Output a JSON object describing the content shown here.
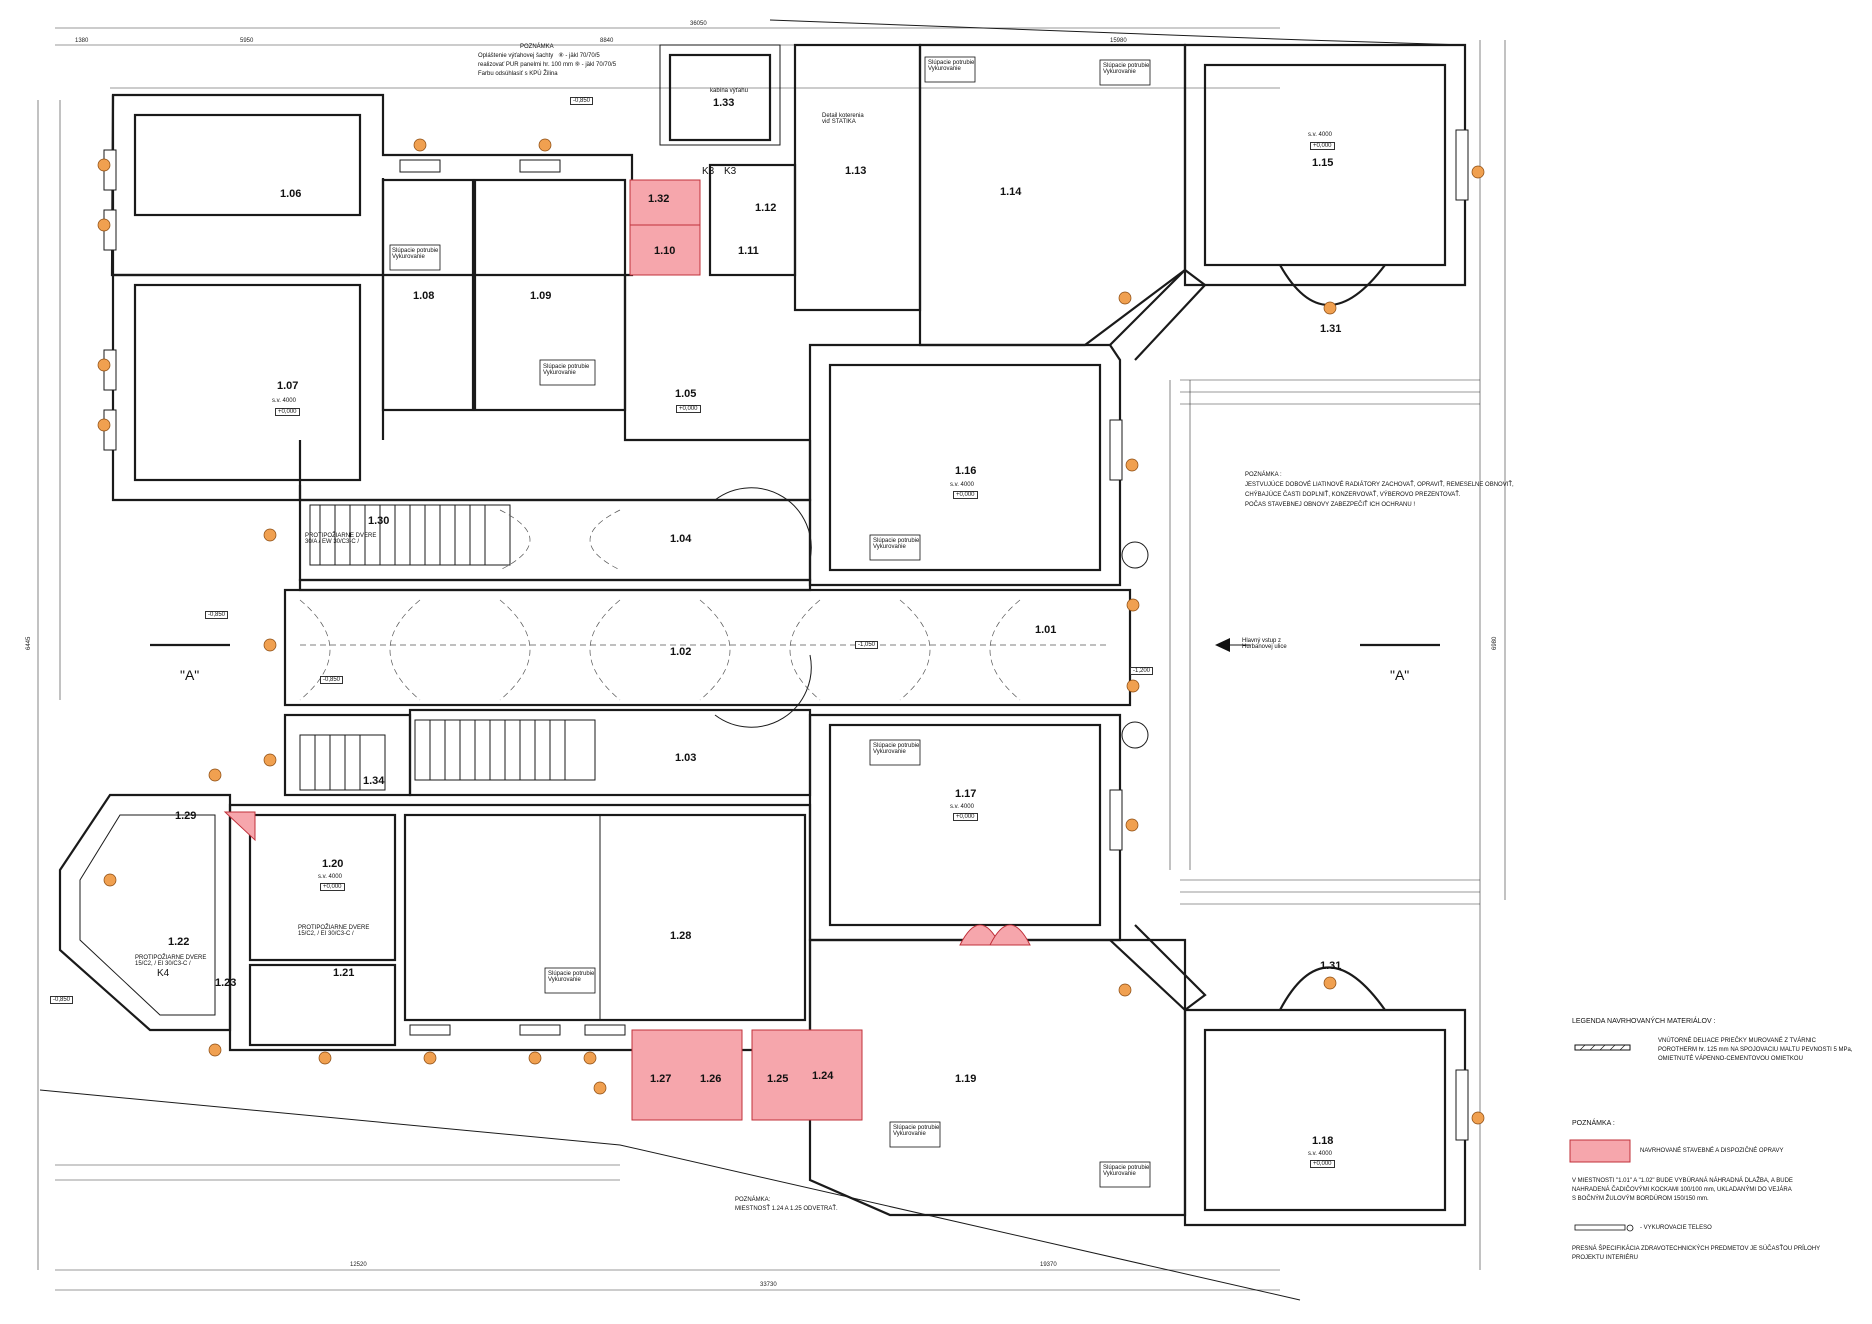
{
  "rooms": [
    {
      "id": "1.06",
      "name": "1.06"
    },
    {
      "id": "1.07",
      "name": "1.07",
      "floor": "s.v. 4000",
      "level": "+0,000"
    },
    {
      "id": "1.08",
      "name": "1.08"
    },
    {
      "id": "1.09",
      "name": "1.09"
    },
    {
      "id": "1.05",
      "name": "1.05",
      "level": "+0,000"
    },
    {
      "id": "1.32",
      "name": "1.32"
    },
    {
      "id": "1.10",
      "name": "1.10"
    },
    {
      "id": "1.11",
      "name": "1.11"
    },
    {
      "id": "1.12",
      "name": "1.12"
    },
    {
      "id": "1.33",
      "name": "1.33"
    },
    {
      "id": "1.13",
      "name": "1.13"
    },
    {
      "id": "1.14",
      "name": "1.14"
    },
    {
      "id": "1.15",
      "name": "1.15",
      "floor": "s.v. 4000",
      "level": "+0,000"
    },
    {
      "id": "1.31a",
      "name": "1.31"
    },
    {
      "id": "1.16",
      "name": "1.16",
      "floor": "s.v. 4000",
      "level": "+0,000"
    },
    {
      "id": "1.30",
      "name": "1.30"
    },
    {
      "id": "1.04",
      "name": "1.04"
    },
    {
      "id": "1.02",
      "name": "1.02"
    },
    {
      "id": "1.01",
      "name": "1.01"
    },
    {
      "id": "1.03",
      "name": "1.03"
    },
    {
      "id": "1.34",
      "name": "1.34"
    },
    {
      "id": "1.17",
      "name": "1.17",
      "floor": "s.v. 4000",
      "level": "+0,000"
    },
    {
      "id": "1.29",
      "name": "1.29"
    },
    {
      "id": "1.20",
      "name": "1.20",
      "floor": "s.v. 4000",
      "level": "+0,000"
    },
    {
      "id": "1.22",
      "name": "1.22"
    },
    {
      "id": "1.21",
      "name": "1.21"
    },
    {
      "id": "1.23",
      "name": "1.23"
    },
    {
      "id": "1.28",
      "name": "1.28"
    },
    {
      "id": "1.27",
      "name": "1.27"
    },
    {
      "id": "1.26",
      "name": "1.26"
    },
    {
      "id": "1.25",
      "name": "1.25"
    },
    {
      "id": "1.24",
      "name": "1.24"
    },
    {
      "id": "1.19",
      "name": "1.19"
    },
    {
      "id": "1.31b",
      "name": "1.31"
    },
    {
      "id": "1.18",
      "name": "1.18",
      "floor": "s.v. 4000",
      "level": "+0,000"
    }
  ],
  "section_marks": {
    "left": "\"A\"",
    "right": "\"A\""
  },
  "labels": {
    "shaft": "Slúpacie potrubie",
    "shaft2": "Vykurovanie",
    "fire_door": "PROTIPOŽIARNE DVERE",
    "fire_door_spec": "30/A / EW 30/C3-C /",
    "fire_door_left": "PROTIPOŽIARNE DVERE",
    "fire_door_left_spec": "15/C2, / EI 30/C3-C /",
    "lift": "kabína výťahu",
    "lift_detail": "Detail koterenia",
    "lift_detail2": "viď STATIKA",
    "entry": "Hlavný vstup z",
    "entry2": "Hurbanovej ulice",
    "k3": "K3",
    "k4": "K4"
  },
  "levels": {
    "l1": "-0,850",
    "l2": "-0,850",
    "l3": "-1,200",
    "l4": "-1,050",
    "l5": "-0,850",
    "l6": "-0,850"
  },
  "top_note": {
    "title": "POZNÁMKA",
    "line1": "Opláštenie výťahovej šachty",
    "line2": "realizovať PUR panelmi hr. 100 mm",
    "line3": "Farbu odsúhlasiť s KPÚ Žilina",
    "ref1": "⑧ - jäkl 70/70/5",
    "ref2": "⑨ - jäkl 70/70/5"
  },
  "mid_note": {
    "title": "POZNÁMKA :",
    "lines": [
      "JESTVUJÚCE DOBOVÉ LIATINOVÉ RADIÁTORY ZACHOVAŤ, OPRAVIŤ, REMESELNE OBNOVIŤ,",
      "CHÝBAJÚCE ČASTI DOPLNIŤ, KONZERVOVAŤ, VÝBEROVO PREZENTOVAŤ.",
      "POČAS STAVEBNEJ OBNOVY ZABEZPEČIŤ ICH OCHRANU !"
    ]
  },
  "bottom_note": {
    "title": "POZNÁMKA:",
    "line1": "MIESTNOSŤ 1.24 A 1.25 ODVETRAŤ."
  },
  "legend": {
    "title": "LEGENDA NAVRHOVANÝCH MATERIÁLOV :",
    "item1_l1": "VNÚTORNÉ DELIACE PRIEČKY MUROVANÉ Z TVÁRNIC",
    "item1_l2": "POROTHERM hr. 125 mm NA SPOJOVACIU MALTU PEVNOSTI 5 MPa,",
    "item1_l3": "OMIETNUTÉ VÁPENNO-CEMENTOVOU OMIETKOU",
    "note_title": "POZNÁMKA :",
    "red_text": "NAVRHOVANÉ STAVEBNÉ A DISPOZIČNÉ OPRAVY",
    "p1": "V MIESTNOSTI \"1.01\" A \"1.02\" BUDE VYBÚRANÁ NÁHRADNÁ DLAŽBA, A BUDE",
    "p2": "NAHRADENÁ ČADIČOVÝMI KOCKAMI 100/100 mm, UKLADANÝMI DO VEJÁRA",
    "p3": "S BOČNÝM ŽULOVÝM BORDÚROM 150/150 mm.",
    "p4": "- VYKUROVACIE TELESO",
    "p5": "PRESNÁ ŠPECIFIKÁCIA ZDRAVOTECHNICKÝCH PREDMETOV JE SÚČASŤOU PRÍLOHY",
    "p6": "PROJEKTU INTERIÉRU"
  },
  "dims": {
    "top_total": "36050",
    "bottom_total": "33730",
    "top_a": "5950",
    "top_b": "1380",
    "top_c": "8840",
    "top_d": "15980",
    "bot_a": "12520",
    "bot_b": "19370",
    "left_total": "6445",
    "right_total": "6980"
  },
  "colors": {
    "red": "#f6a6ac",
    "marker": "#f0a050"
  }
}
